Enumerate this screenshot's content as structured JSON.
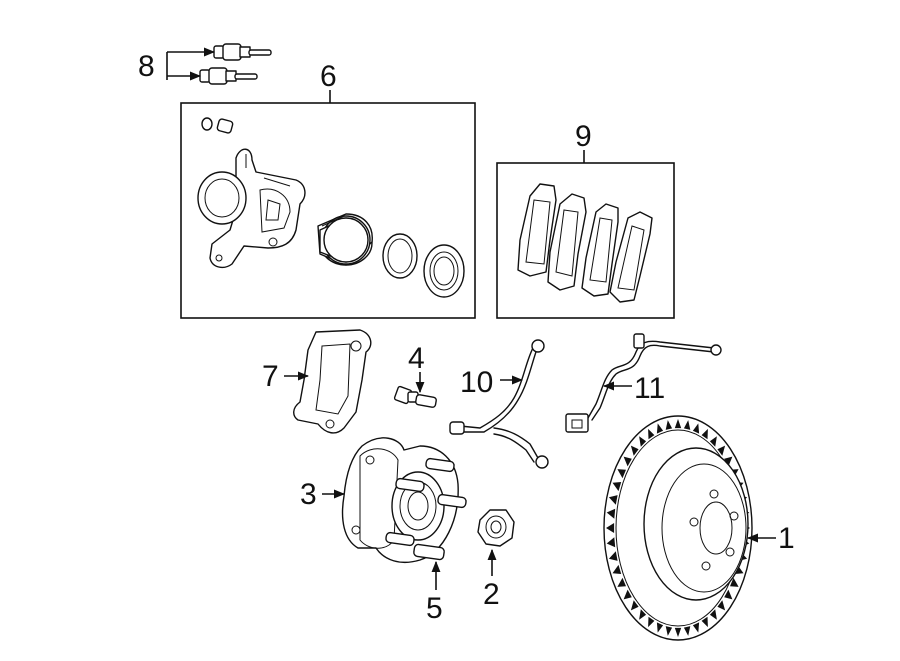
{
  "callouts": {
    "c1": "1",
    "c2": "2",
    "c3": "3",
    "c4": "4",
    "c5": "5",
    "c6": "6",
    "c7": "7",
    "c8": "8",
    "c9": "9",
    "c10": "10",
    "c11": "11"
  },
  "parts": [
    {
      "callout": "1",
      "icon": "brake-rotor-icon"
    },
    {
      "callout": "2",
      "icon": "hub-nut-icon"
    },
    {
      "callout": "3",
      "icon": "wheel-hub-bearing-icon"
    },
    {
      "callout": "4",
      "icon": "caliper-bolt-icon"
    },
    {
      "callout": "5",
      "icon": "wheel-stud-icon"
    },
    {
      "callout": "6",
      "icon": "caliper-assembly-icon"
    },
    {
      "callout": "7",
      "icon": "caliper-bracket-icon"
    },
    {
      "callout": "8",
      "icon": "guide-pin-icon"
    },
    {
      "callout": "9",
      "icon": "brake-pads-icon"
    },
    {
      "callout": "10",
      "icon": "brake-hose-icon"
    },
    {
      "callout": "11",
      "icon": "abs-sensor-icon"
    }
  ],
  "colors": {
    "line": "#111111",
    "background": "#ffffff"
  }
}
